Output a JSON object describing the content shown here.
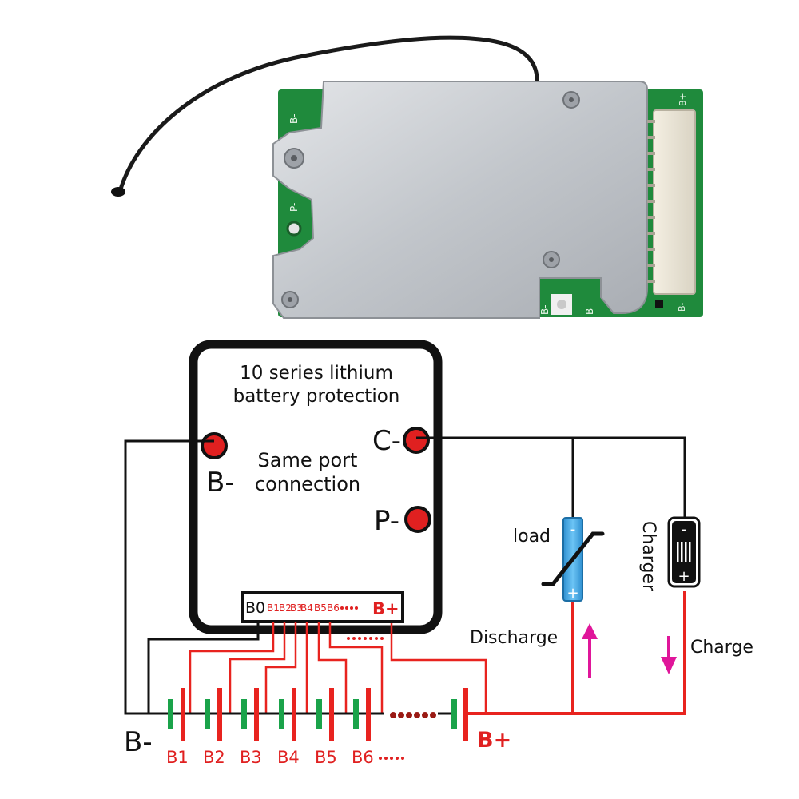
{
  "photo": {
    "pcb_labels": {
      "top_right": "B+",
      "left_top": "B-",
      "left_mid": "P-",
      "bottom_a": "B-",
      "bottom_b": "B-",
      "bottom_right": "B-"
    }
  },
  "board": {
    "title_line1": "10 series lithium",
    "title_line2": "battery protection",
    "same_port_line1": "Same port",
    "same_port_line2": "connection",
    "terminal_b_minus": "B-",
    "terminal_c_minus": "C-",
    "terminal_p_minus": "P-",
    "connector_b0": "B0",
    "connector_pins": [
      "B1",
      "B2",
      "B3",
      "B4",
      "B5",
      "B6"
    ],
    "connector_bplus": "B+"
  },
  "circuit": {
    "load_label": "load",
    "charger_label": "Charger",
    "discharge_label": "Discharge",
    "charge_label": "Charge",
    "b_minus_label": "B-",
    "b_plus_label": "B+",
    "cells": [
      "B1",
      "B2",
      "B3",
      "B4",
      "B5",
      "B6"
    ],
    "plus_sign": "+",
    "minus_sign": "-"
  },
  "colors": {
    "wire_black": "#111111",
    "wire_red": "#e8231f",
    "terminal_red": "#e02020",
    "cell_green": "#1aa34a",
    "load_blue": "#3aa6e6",
    "arrow_magenta": "#e0169a",
    "pcb_green": "#1f8a3c",
    "plate_silver": "#c9ccd0"
  }
}
